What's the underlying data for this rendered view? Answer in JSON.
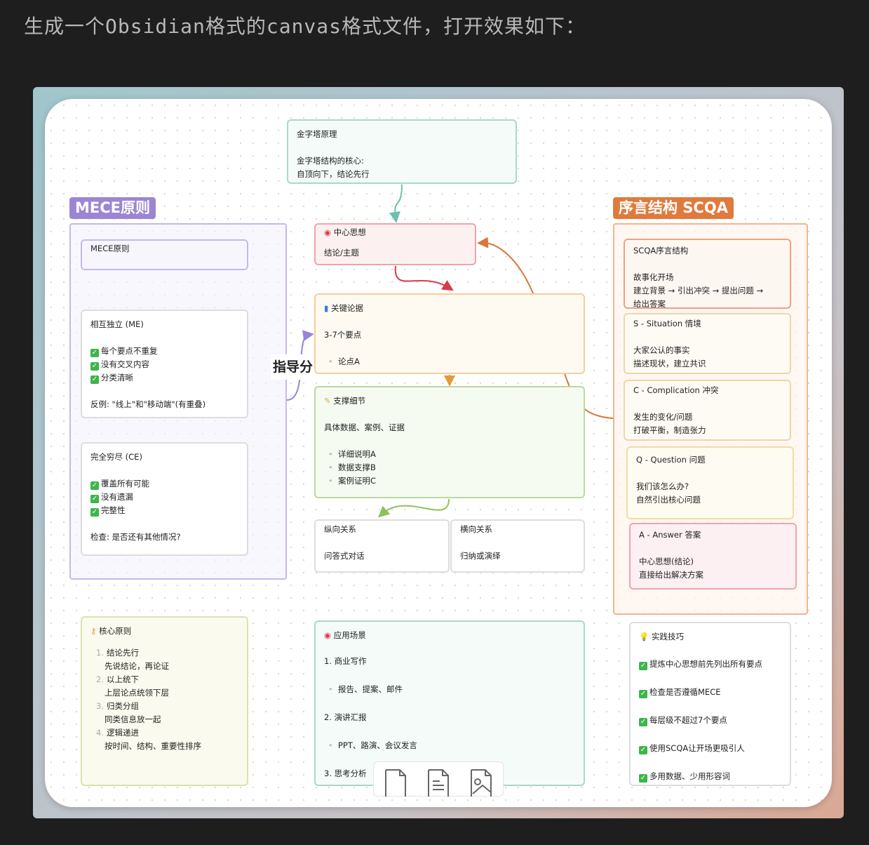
{
  "heading": "生成一个Obsidian格式的canvas格式文件，打开效果如下：",
  "pyramid": {
    "title": "金字塔原理",
    "line1": "金字塔结构的核心:",
    "line2": "自顶向下，结论先行"
  },
  "mece": {
    "label": "MECE原则",
    "node_title": "MECE原则",
    "me": {
      "title": "相互独立 (ME)",
      "items": [
        "每个要点不重复",
        "没有交叉内容",
        "分类清晰"
      ],
      "note": "反例: \"线上\"和\"移动端\"(有重叠)"
    },
    "ce": {
      "title": "完全穷尽 (CE)",
      "items": [
        "覆盖所有可能",
        "没有遗漏",
        "完整性"
      ],
      "note": "检查: 是否还有其他情况?"
    }
  },
  "edge_label": "指导分",
  "center": {
    "title": "中心思想",
    "sub": "结论/主题"
  },
  "key": {
    "title": "关键论据",
    "sub": "3-7个要点",
    "items": [
      "论点A"
    ]
  },
  "support": {
    "title": "支撑细节",
    "sub": "具体数据、案例、证据",
    "items": [
      "详细说明A",
      "数据支撑B",
      "案例证明C"
    ]
  },
  "vertical": {
    "title": "纵向关系",
    "sub": "问答式对话"
  },
  "horizontal": {
    "title": "横向关系",
    "sub": "归纳或演绎"
  },
  "scqa": {
    "label": "序言结构 SCQA",
    "intro": {
      "title": "SCQA序言结构",
      "l1": "故事化开场",
      "l2": "建立背景 → 引出冲突 → 提出问题 →",
      "l3": "给出答案"
    },
    "s": {
      "title": "S - Situation 情境",
      "l1": "大家公认的事实",
      "l2": "描述现状，建立共识"
    },
    "c": {
      "title": "C - Complication 冲突",
      "l1": "发生的变化/问题",
      "l2": "打破平衡，制造张力"
    },
    "q": {
      "title": "Q - Question 问题",
      "l1": "我们该怎么办?",
      "l2": "自然引出核心问题"
    },
    "a": {
      "title": "A - Answer 答案",
      "l1": "中心思想(结论)",
      "l2": "直接给出解决方案"
    }
  },
  "core": {
    "title": "核心原则",
    "items": [
      {
        "n": "1.",
        "h": "结论先行",
        "d": "先说结论，再论证"
      },
      {
        "n": "2.",
        "h": "以上统下",
        "d": "上层论点统领下层"
      },
      {
        "n": "3.",
        "h": "归类分组",
        "d": "同类信息放一起"
      },
      {
        "n": "4.",
        "h": "逻辑递进",
        "d": "按时间、结构、重要性排序"
      }
    ]
  },
  "apps": {
    "title": "应用场景",
    "s1": "1. 商业写作",
    "b1": "报告、提案、邮件",
    "s2": "2. 演讲汇报",
    "b2": "PPT、路演、会议发言",
    "s3": "3. 思考分析"
  },
  "tips": {
    "title": "实践技巧",
    "items": [
      "提炼中心思想前先列出所有要点",
      "检查是否遵循MECE",
      "每层级不超过7个要点",
      "使用SCQA让开场更吸引人",
      "多用数据、少用形容词"
    ]
  },
  "toolbar": {
    "icons": [
      "blank-card-icon",
      "note-file-icon",
      "media-file-icon"
    ]
  }
}
